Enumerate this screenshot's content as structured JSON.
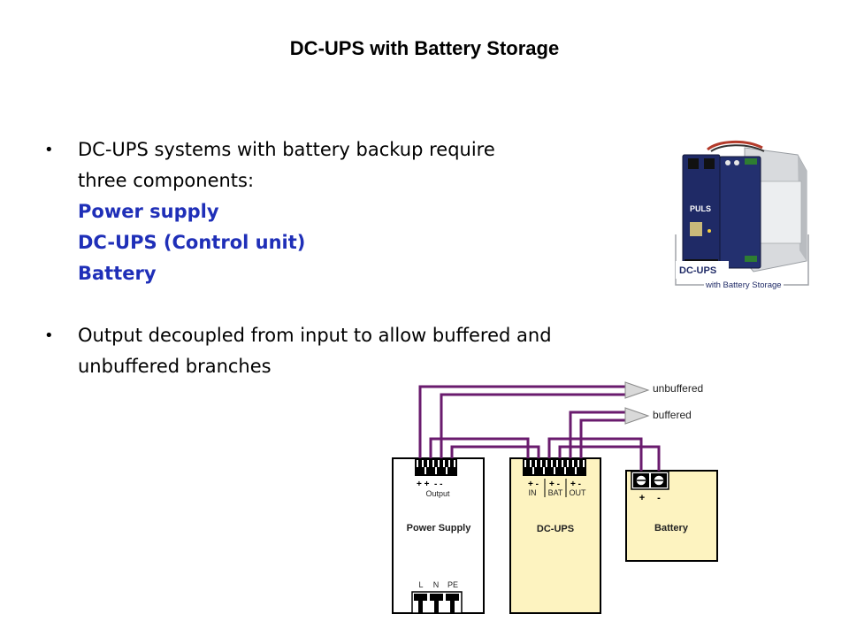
{
  "slide": {
    "title": "DC-UPS with Battery Storage",
    "bullets": [
      {
        "text_lines": [
          "DC-UPS systems with battery backup require",
          "three components:"
        ],
        "highlights": [
          "Power supply",
          "DC-UPS (Control unit)",
          "Battery"
        ]
      },
      {
        "text_lines": [
          "Output decoupled from input to allow buffered and",
          "unbuffered branches"
        ]
      }
    ],
    "bullet_glyph": "•"
  },
  "product_image": {
    "brand": "PULS",
    "caption_title": "DC-UPS",
    "caption_subtitle": "with Battery Storage"
  },
  "diagram": {
    "wire_color": "#6a1b6e",
    "ups_fill": "#fdf3c0",
    "battery_fill": "#fdf3c0",
    "arrow_fill": "#d9d9d9",
    "outputs": {
      "unbuffered": "unbuffered",
      "buffered": "buffered"
    },
    "power_supply": {
      "name": "Power Supply",
      "output_label": "Output",
      "output_polarities": "+ +  - -",
      "input_labels": [
        "L",
        "N",
        "PE"
      ]
    },
    "dc_ups": {
      "name": "DC-UPS",
      "terminal_groups": [
        {
          "label": "IN",
          "polarities": "+ -"
        },
        {
          "label": "BAT",
          "polarities": "+ -"
        },
        {
          "label": "OUT",
          "polarities": "+ -"
        }
      ]
    },
    "battery": {
      "name": "Battery",
      "polarities": [
        "+",
        "-"
      ]
    }
  }
}
